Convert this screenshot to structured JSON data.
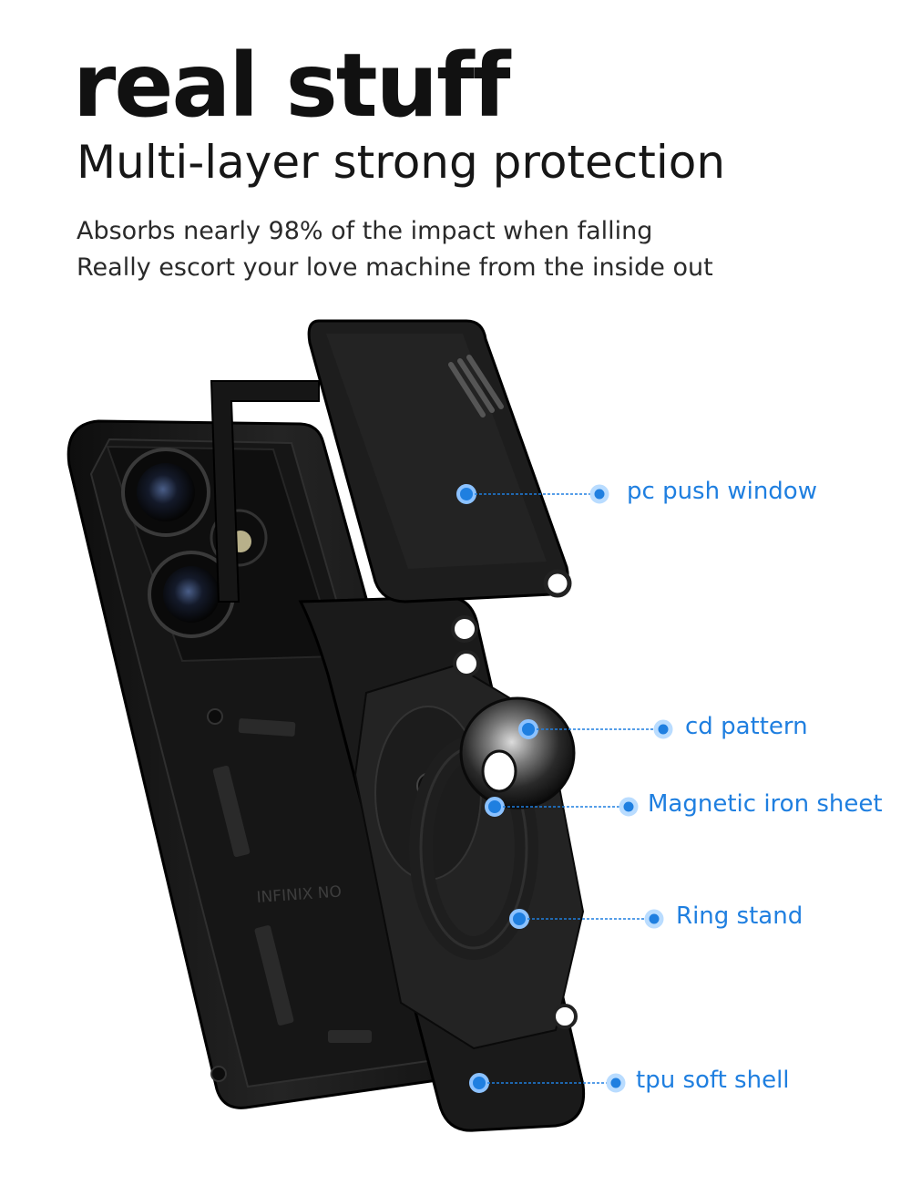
{
  "headline": "real stuff",
  "subheadline": "Multi-layer strong protection",
  "description": [
    "Absorbs nearly 98% of the impact when falling",
    "Really escort your love machine from the inside out"
  ],
  "callouts": [
    {
      "label": "pc push window"
    },
    {
      "label": "cd pattern"
    },
    {
      "label": "Magnetic iron sheet"
    },
    {
      "label": "Ring stand"
    },
    {
      "label": "tpu soft shell"
    }
  ],
  "engraving": "INFINIX NO",
  "colors": {
    "accent": "#1f7fe0",
    "case": "#1b1b1b",
    "background": "#ffffff"
  }
}
